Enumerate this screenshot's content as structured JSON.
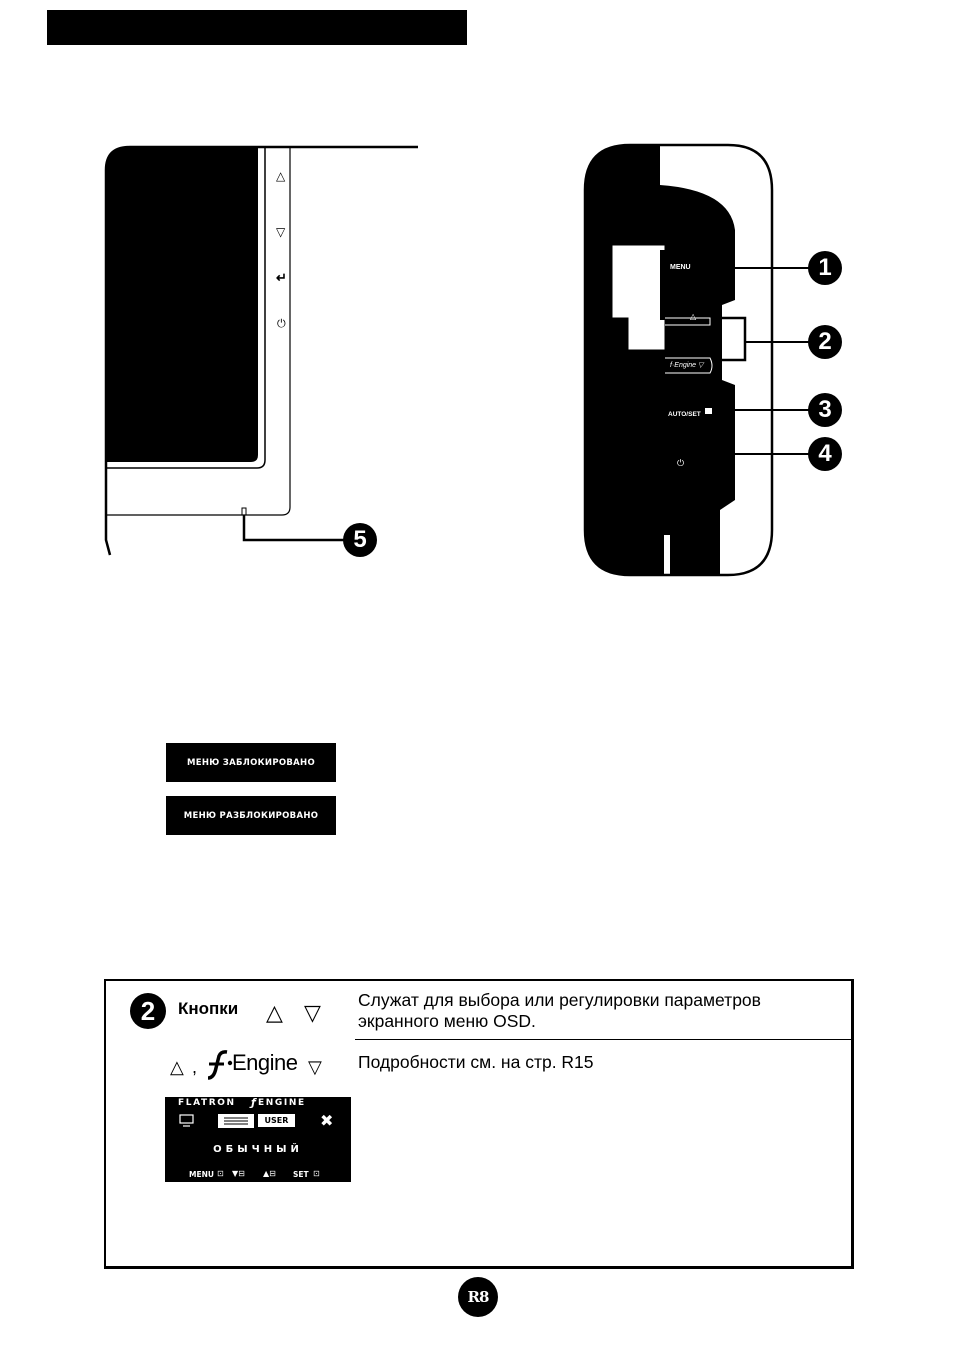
{
  "front_buttons": {
    "up_glyph": "△",
    "down_glyph": "▽",
    "enter_glyph": "↵",
    "power_glyph": "⏻"
  },
  "side_panel": {
    "menu_label": "MENU",
    "up_glyph": "△",
    "fengine_label": "f·Engine ▽",
    "autoset_label": "AUTO/SET",
    "power_glyph": "⏻"
  },
  "callouts": [
    "1",
    "2",
    "3",
    "4",
    "5"
  ],
  "messages": {
    "locked": "МЕНЮ ЗАБЛОКИРОВАНО",
    "unlocked": "МЕНЮ РАЗБЛОКИРОВАНО"
  },
  "table": {
    "row1": {
      "number": "2",
      "title": "Кнопки",
      "glyph_up": "△",
      "glyph_down": "▽",
      "description": "Служат для выбора или регулировки параметров экранного меню OSD."
    },
    "row2": {
      "glyph_up": "△",
      "separator": ",",
      "fengine_text": "Engine",
      "glyph_down": "▽",
      "description": "Подробности см. на стр. R15"
    }
  },
  "osd_screen": {
    "title_left": "FLATRON",
    "title_right": "ENGINE",
    "user_label": "USER",
    "mode": "ОБЫЧНЫЙ",
    "menu_hint": "MENU",
    "set_hint": "SET"
  },
  "page_number": "R8"
}
